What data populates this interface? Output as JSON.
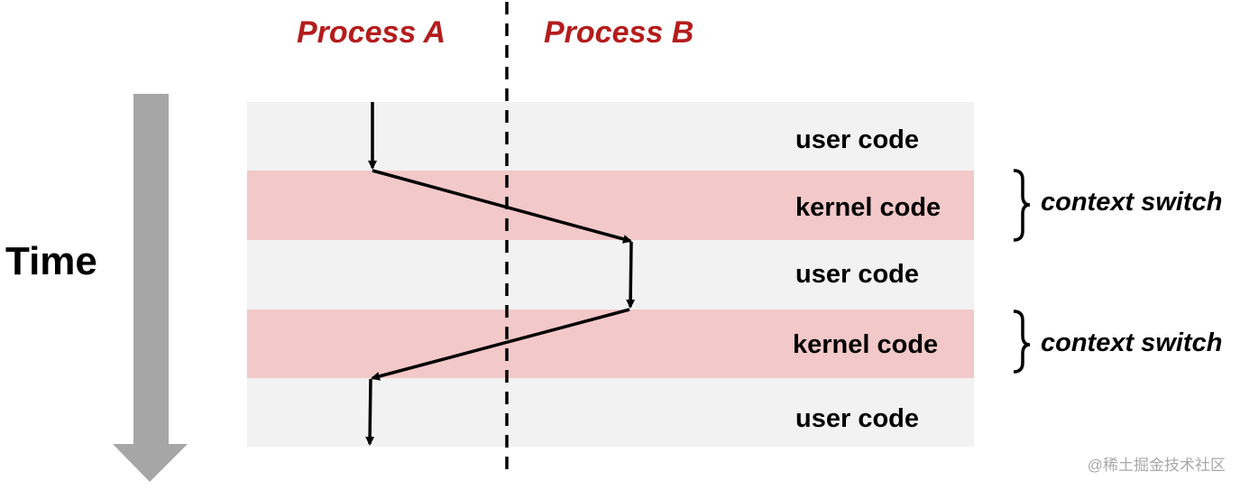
{
  "processes": {
    "a": "Process A",
    "b": "Process B"
  },
  "time_label": "Time",
  "bands": {
    "band1": "user code",
    "band2": "kernel code",
    "band3": "user code",
    "band4": "kernel code",
    "band5": "user code"
  },
  "context_switches": {
    "first": "context switch",
    "second": "context switch"
  },
  "watermark": "@稀土掘金技术社区",
  "colors": {
    "process_label": "#b51c1c",
    "user_band": "#f2f2f2",
    "kernel_band": "#f2c8c8",
    "time_arrow": "#a6a6a6",
    "flow_line": "#000000"
  }
}
